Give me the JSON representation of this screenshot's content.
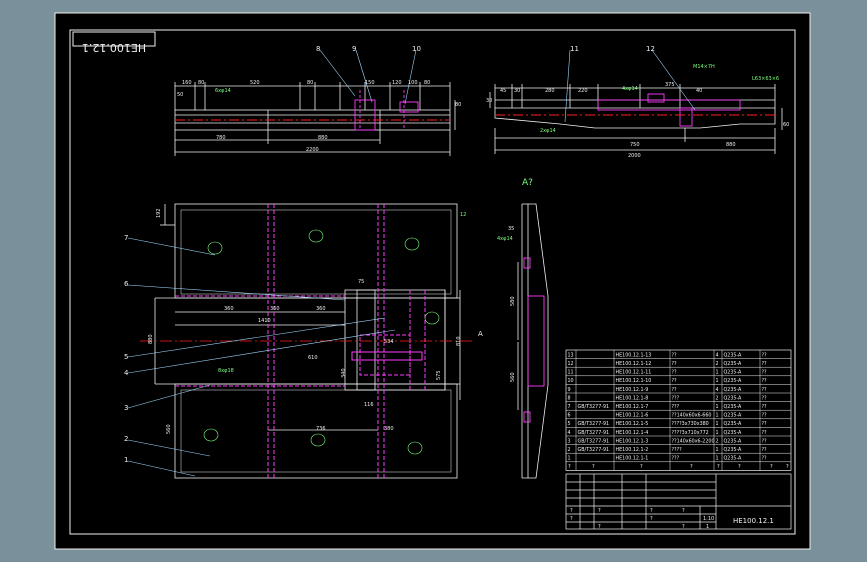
{
  "title_stamp": "HE100.12.1",
  "drawing_number": "HE100.12.1",
  "section_label": "A?",
  "cut_arrow_label": "A",
  "leaders": [
    "1",
    "2",
    "3",
    "4",
    "5",
    "6",
    "7",
    "8",
    "9",
    "10",
    "11",
    "12"
  ],
  "dims": {
    "top_a": [
      "160",
      "80",
      "520",
      "80",
      "150",
      "120",
      "100",
      "80"
    ],
    "top_a_bottom": [
      "780",
      "880",
      "2200"
    ],
    "top_a_side": [
      "50",
      "80"
    ],
    "top_b": [
      "45",
      "30",
      "280",
      "220",
      "375",
      "40"
    ],
    "top_b_bottom": [
      "750",
      "880",
      "2000"
    ],
    "top_b_side": [
      "30",
      "60"
    ],
    "plan": [
      "192",
      "75",
      "360",
      "360",
      "360",
      "1410",
      "610",
      "534",
      "736",
      "380",
      "116",
      "880",
      "575",
      "810",
      "340",
      "560"
    ],
    "side": [
      "35",
      "580",
      "560"
    ]
  },
  "notes": {
    "bolt_a": "6xφ14",
    "bolt_b": "4xφ14",
    "bolt_c": "2xφ14",
    "bolt_d": "4xφ14",
    "thread": "M14×7H",
    "steel": "L63×63×6",
    "plate": "12",
    "hole": "8xφ18"
  },
  "bom": [
    {
      "no": "13",
      "code": "",
      "part": "HE100.12.1-13",
      "name": "??",
      "qty": "4",
      "mat": "Q235-A",
      "note": "??"
    },
    {
      "no": "12",
      "code": "",
      "part": "HE100.12.1-12",
      "name": "??",
      "qty": "2",
      "mat": "Q235-A",
      "note": "??"
    },
    {
      "no": "11",
      "code": "",
      "part": "HE100.12.1-11",
      "name": "??",
      "qty": "1",
      "mat": "Q235-A",
      "note": "??"
    },
    {
      "no": "10",
      "code": "",
      "part": "HE100.12.1-10",
      "name": "??",
      "qty": "1",
      "mat": "Q235-A",
      "note": "??"
    },
    {
      "no": "9",
      "code": "",
      "part": "HE100.12.1-9",
      "name": "??",
      "qty": "4",
      "mat": "Q235-A",
      "note": "??"
    },
    {
      "no": "8",
      "code": "",
      "part": "HE100.12.1-8",
      "name": "???",
      "qty": "2",
      "mat": "Q235-A",
      "note": "??"
    },
    {
      "no": "7",
      "code": "GB/T3277-91",
      "part": "HE100.12.1-7",
      "name": "???",
      "qty": "1",
      "mat": "Q235-A",
      "note": "??"
    },
    {
      "no": "6",
      "code": "",
      "part": "HE100.12.1-6",
      "name": "??140x60x6-660",
      "qty": "1",
      "mat": "Q235-A",
      "note": "??"
    },
    {
      "no": "5",
      "code": "GB/T3277-91",
      "part": "HE100.12.1-5",
      "name": "????3x730x380",
      "qty": "1",
      "mat": "Q235-A",
      "note": "??"
    },
    {
      "no": "4",
      "code": "GB/T3277-91",
      "part": "HE100.12.1-4",
      "name": "????3x710x772",
      "qty": "1",
      "mat": "Q235-A",
      "note": "??"
    },
    {
      "no": "3",
      "code": "GB/T3277-91",
      "part": "HE100.12.1-3",
      "name": "??140x60x6-2200",
      "qty": "2",
      "mat": "Q235-A",
      "note": "??"
    },
    {
      "no": "2",
      "code": "GB/T3277-91",
      "part": "HE100.12.1-2",
      "name": "????",
      "qty": "1",
      "mat": "Q235-A",
      "note": "??"
    },
    {
      "no": "1",
      "code": "",
      "part": "HE100.12.1-1",
      "name": "???",
      "qty": "1",
      "mat": "Q235-A",
      "note": "??"
    }
  ],
  "bom_header": [
    "?",
    "?",
    "?",
    "?",
    "?",
    "?",
    "?",
    "?"
  ],
  "title_block": {
    "scale": "1:10",
    "sheet": "1",
    "marks": [
      "?",
      "?",
      "?",
      "?",
      "?",
      "?",
      "?",
      "?"
    ]
  }
}
